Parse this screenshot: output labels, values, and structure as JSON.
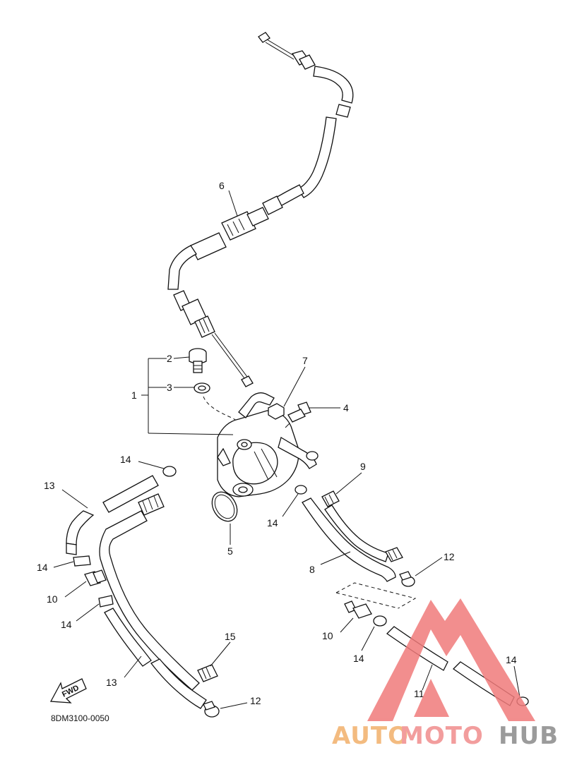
{
  "diagram_code": "8DM3100-0050",
  "fwd_label": "FWD",
  "watermark": {
    "brand_auto": "AUTO",
    "brand_moto": "MOTO",
    "brand_hub": "HUB",
    "colors": {
      "auto": "#f2b06a",
      "moto": "#f08c8c",
      "hub": "#8a8a8a",
      "mark": "#f07a7a"
    }
  },
  "callouts": {
    "c1": "1",
    "c2": "2",
    "c3": "3",
    "c4": "4",
    "c5": "5",
    "c6": "6",
    "c7": "7",
    "c8": "8",
    "c9": "9",
    "c10a": "10",
    "c10b": "10",
    "c11": "11",
    "c12a": "12",
    "c12b": "12",
    "c13a": "13",
    "c13b": "13",
    "c14a": "14",
    "c14b": "14",
    "c14c": "14",
    "c14d": "14",
    "c14e": "14",
    "c14f": "14",
    "c15": "15"
  }
}
